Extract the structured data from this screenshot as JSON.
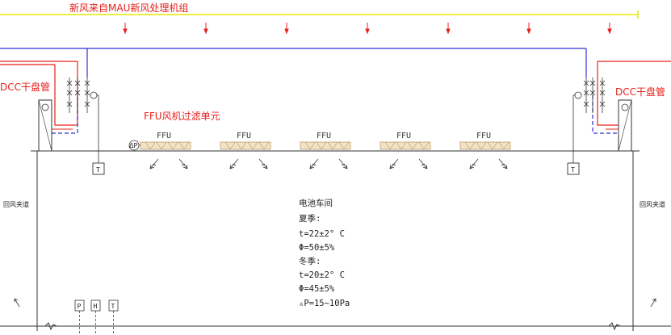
{
  "labels": {
    "fresh_air_title": "新风来自MAU新风处理机组",
    "dcc_left": "DCC干盘管",
    "dcc_right": "DCC干盘管",
    "ffu_title": "FFU风机过滤单元",
    "return_left": "回风夹道",
    "return_right": "回风夹道",
    "dp_gauge": "ΔP"
  },
  "ffu_units": [
    {
      "label": "FFU"
    },
    {
      "label": "FFU"
    },
    {
      "label": "FFU"
    },
    {
      "label": "FFU"
    },
    {
      "label": "FFU"
    }
  ],
  "sensors": {
    "left_t": "T",
    "right_t": "T",
    "bottom": [
      "P",
      "H",
      "T"
    ]
  },
  "room_conditions": [
    "电池车间",
    "夏季:",
    "t=22±2° C",
    "Φ=50±5%",
    "冬季:",
    "t=20±2° C",
    "Φ=45±5%",
    "▵P=15~10Pa"
  ],
  "colors": {
    "supply_line": "#e8201c",
    "return_line": "#3030d0",
    "fresh_air_line": "#e8e800",
    "label_red": "#e8201c",
    "ffu_fill": "#f3e2c4"
  }
}
